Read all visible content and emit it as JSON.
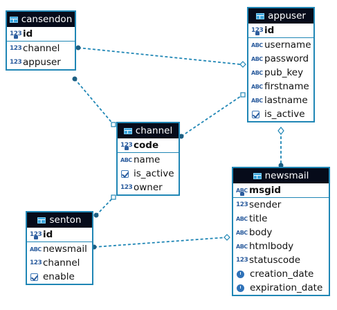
{
  "entities": {
    "cansendon": {
      "title": "cansendon",
      "columns": [
        {
          "name": "id",
          "type_icon": "123",
          "key": true
        },
        {
          "name": "channel",
          "type_icon": "123",
          "key": false
        },
        {
          "name": "appuser",
          "type_icon": "123",
          "key": false
        }
      ]
    },
    "appuser": {
      "title": "appuser",
      "columns": [
        {
          "name": "id",
          "type_icon": "123",
          "key": true
        },
        {
          "name": "username",
          "type_icon": "ABC",
          "key": false
        },
        {
          "name": "password",
          "type_icon": "ABC",
          "key": false
        },
        {
          "name": "pub_key",
          "type_icon": "ABC",
          "key": false
        },
        {
          "name": "firstname",
          "type_icon": "ABC",
          "key": false
        },
        {
          "name": "lastname",
          "type_icon": "ABC",
          "key": false
        },
        {
          "name": "is_active",
          "type_icon": "checkbox",
          "key": false
        }
      ]
    },
    "channel": {
      "title": "channel",
      "columns": [
        {
          "name": "code",
          "type_icon": "123",
          "key": true
        },
        {
          "name": "name",
          "type_icon": "ABC",
          "key": false
        },
        {
          "name": "is_active",
          "type_icon": "checkbox",
          "key": false
        },
        {
          "name": "owner",
          "type_icon": "123",
          "key": false
        }
      ]
    },
    "newsmail": {
      "title": "newsmail",
      "columns": [
        {
          "name": "msgid",
          "type_icon": "ABC",
          "key": true
        },
        {
          "name": "sender",
          "type_icon": "123",
          "key": false
        },
        {
          "name": "title",
          "type_icon": "ABC",
          "key": false
        },
        {
          "name": "body",
          "type_icon": "ABC",
          "key": false
        },
        {
          "name": "htmlbody",
          "type_icon": "ABC",
          "key": false
        },
        {
          "name": "statuscode",
          "type_icon": "123",
          "key": false
        },
        {
          "name": "creation_date",
          "type_icon": "clock",
          "key": false
        },
        {
          "name": "expiration_date",
          "type_icon": "clock",
          "key": false
        }
      ]
    },
    "senton": {
      "title": "senton",
      "columns": [
        {
          "name": "id",
          "type_icon": "123",
          "key": true
        },
        {
          "name": "newsmail",
          "type_icon": "ABC",
          "key": false
        },
        {
          "name": "channel",
          "type_icon": "123",
          "key": false
        },
        {
          "name": "enable",
          "type_icon": "checkbox",
          "key": false
        }
      ]
    }
  },
  "relationships": [
    {
      "from": "cansendon",
      "to": "appuser"
    },
    {
      "from": "cansendon",
      "to": "channel"
    },
    {
      "from": "channel",
      "to": "appuser"
    },
    {
      "from": "newsmail",
      "to": "appuser"
    },
    {
      "from": "senton",
      "to": "channel"
    },
    {
      "from": "senton",
      "to": "newsmail"
    }
  ],
  "colors": {
    "header_bg": "#060b1a",
    "border": "#1f86b5",
    "connector": "#1f86b5",
    "endpoint_dot": "#1d5f83"
  }
}
